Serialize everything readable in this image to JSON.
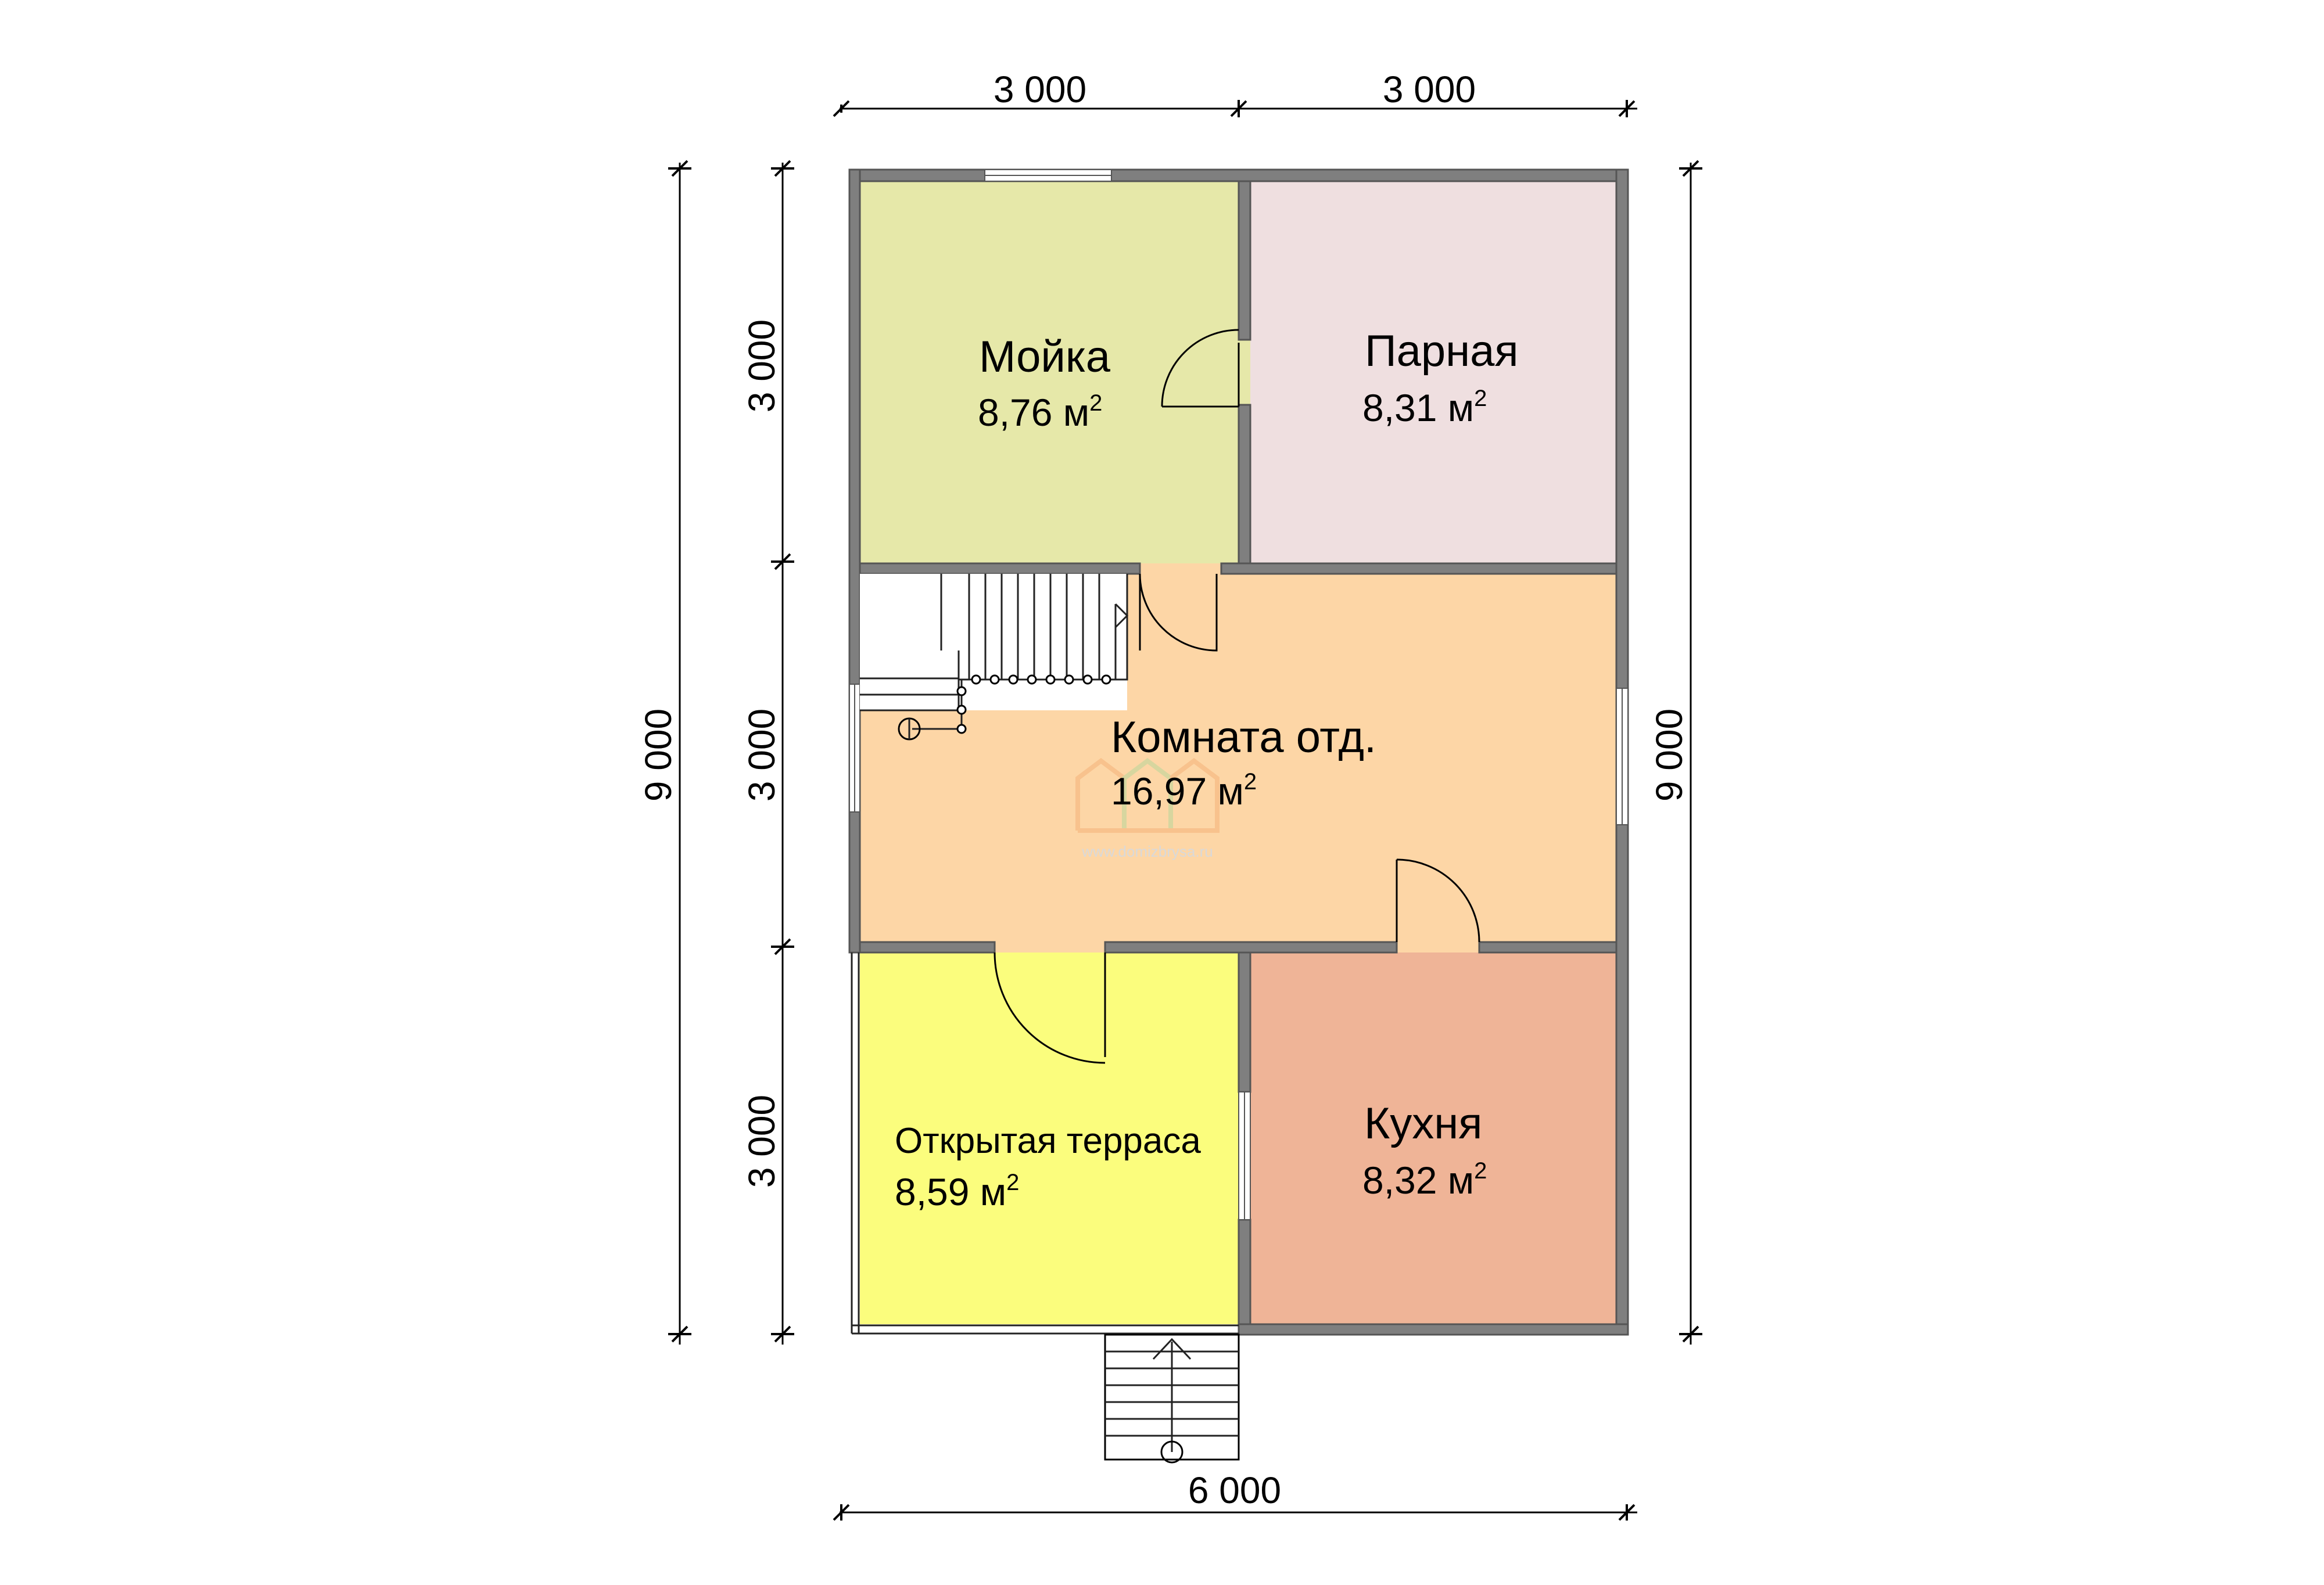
{
  "dimensions": {
    "top_left": "3 000",
    "top_right": "3 000",
    "bottom": "6 000",
    "left_total": "9 000",
    "right_total": "9 000",
    "left_upper": "3 000",
    "left_middle": "3 000",
    "left_lower": "3 000"
  },
  "rooms": {
    "moyka": {
      "name": "Мойка",
      "area": "8,76 м",
      "sup": "2",
      "color": "#e6e8a9"
    },
    "parnaya": {
      "name": "Парная",
      "area": "8,31 м",
      "sup": "2",
      "color": "#efdfe0"
    },
    "komnata": {
      "name": "Комната отд.",
      "area": "16,97 м",
      "sup": "2",
      "color": "#fdd6a6"
    },
    "terrasa": {
      "name": "Открытая терраса",
      "area": "8,59 м",
      "sup": "2",
      "color": "#fbfd7d"
    },
    "kukhnya": {
      "name": "Кухня",
      "area": "8,32 м",
      "sup": "2",
      "color": "#efb497"
    }
  },
  "watermark": {
    "url": "www.domizbrysa.ru"
  },
  "colors": {
    "wall": "#7f7f7f",
    "line": "#000000"
  }
}
